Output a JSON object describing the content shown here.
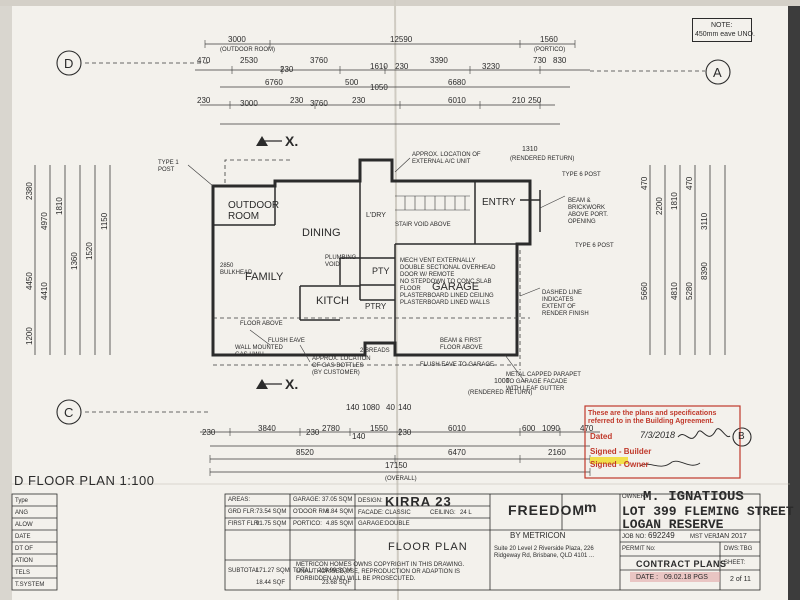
{
  "note": {
    "line1": "NOTE:",
    "line2": "450mm eave UNO."
  },
  "grid_markers": {
    "d": "D",
    "a": "A",
    "c": "C",
    "b": "B"
  },
  "dims_top": {
    "overall_a": "3000",
    "overall_a_sub": "(OUTDOOR ROOM)",
    "overall_total": "12590",
    "portico": "1560",
    "portico_sub": "(PORTICO)",
    "r2_470": "470",
    "r2_2530": "2530",
    "r2_230a": "230",
    "r2_3760": "3760",
    "r2_1610": "1610",
    "r2_230b": "230",
    "r2_3390": "3390",
    "r2_3230": "3230",
    "r2_730": "730",
    "r2_830": "830",
    "r3_6760": "6760",
    "r3_500": "500",
    "r3_1050": "1050",
    "r3_6680": "6680",
    "r4_230a": "230",
    "r4_3000": "3000",
    "r4_230b": "230",
    "r4_3760": "3760",
    "r4_230c": "230",
    "r4_6010": "6010",
    "r4_210": "210",
    "r4_250": "250"
  },
  "dims_bottom": {
    "r1_230": "230",
    "r1_3840": "3840",
    "r1_230b": "230",
    "r1_2780": "2780",
    "r1_140": "140",
    "r1_1550": "1550",
    "r1_230c": "230",
    "r1_6010": "6010",
    "r1_600": "600",
    "r1_1090": "1090",
    "r1_470": "470",
    "r2_8520": "8520",
    "r2_6470": "6470",
    "r2_2160": "2160",
    "r3_17150": "17150",
    "r3_sub": "(OVERALL)",
    "mid_140": "140",
    "mid_1080": "1080",
    "mid_40": "40",
    "mid_140b": "140"
  },
  "dims_left": [
    "2380",
    "4970",
    "1810",
    "4450",
    "1360",
    "1520",
    "4410",
    "1150",
    "1200"
  ],
  "dims_right": [
    "470",
    "2200",
    "1810",
    "470",
    "8390",
    "5660",
    "4810",
    "5280",
    "3110"
  ],
  "rooms": {
    "outdoor": "OUTDOOR ROOM",
    "dining": "DINING",
    "family": "FAMILY",
    "kitch": "KITCH",
    "garage": "GARAGE",
    "entry": "ENTRY",
    "pty": "PTY",
    "ptry": "PTRY",
    "wc": "L'DRY"
  },
  "notes": {
    "ac": "APPROX. LOCATION OF EXTERNAL A/C UNIT",
    "rendered_return": "(RENDERED RETURN)",
    "type6a": "TYPE 6 POST",
    "type6b": "TYPE 6 POST",
    "beam": "BEAM & BRICKWORK ABOVE PORT. OPENING",
    "stair_void": "STAIR VOID ABOVE",
    "plumbing_void": "PLUMBING VOID",
    "garage_notes": "MECH VENT EXTERNALLY\nDOUBLE SECTIONAL OVERHEAD DOOR W/ REMOTE\nNO STEPDOWN TO CONC SLAB FLOOR\nPLASTERBOARD LINED CEILING\nPLASTERBOARD LINED WALLS",
    "dashed": "DASHED LINE INDICATES EXTENT OF RENDER FINISH",
    "metal_parapet": "METAL CAPPED PARAPET TO GARAGE FACADE WITH LEAF GUTTER",
    "flush_eave": "FLUSH EAVE",
    "flush_eave_garage": "FLUSH EAVE TO GARAGE",
    "wall_gas": "WALL MOUNTED GAS HWU",
    "gas_bottles": "APPROX. LOCATION OF GAS BOTTLES (BY CUSTOMER)",
    "bulkhead": "2850 BULKHEAD",
    "beam_first": "BEAM & FIRST FLOOR ABOVE",
    "floor_above": "FLOOR ABOVE",
    "type1": "TYPE 1 POST",
    "rendered_return2": "(RENDERED RETURN)",
    "val_1000": "1000",
    "val_1310": "1310",
    "bath_ptry": "2 BREADS"
  },
  "contract": {
    "title": "These are the plans and specifications referred to in the Building Agreement.",
    "dated_label": "Dated",
    "dated_value": "7/3/2018",
    "builder_label": "Signed - Builder",
    "owner_label": "Signed - Owner"
  },
  "plan_title": "D FLOOR PLAN 1:100",
  "title_block": {
    "areas_label": "AREAS:",
    "gnd_label": "GRD FLR:",
    "gnd_val": "73.54 SQM",
    "first_label": "FIRST FLR:",
    "first_val": "91.75 SQM",
    "subtotal_label": "SUBTOTAL:",
    "subtotal_val": "171.27 SQM",
    "subtotal_sq": "18.44 SQF",
    "garage_label": "GARAGE:",
    "garage_val": "37.05 SQM",
    "outdoor_label": "O'DOOR RM:",
    "outdoor_val": "6.84 SQM",
    "portico_label": "PORTICO:",
    "portico_val": "4.85 SQM",
    "total_label": "TOTAL:",
    "total_val": "219.99 SQM",
    "total_sq": "23.68 SQF",
    "design_label": "DESIGN:",
    "design_val": "KIRRA 23",
    "facade_label": "FACADE:",
    "facade_val": "CLASSIC",
    "ceiling_label": "CEILING:",
    "ceiling_val": "24 L",
    "garage2_label": "GARAGE:",
    "garage2_val": "DOUBLE",
    "copyright": "METRICON HOMES OWNS COPYRIGHT IN THIS DRAWING. UNAUTHORISED USE, REPRODUCTION OR ADAPTION IS FORBIDDEN AND WILL BE PROSECUTED.",
    "sheet_name": "FLOOR PLAN",
    "brand": "FREEDOM",
    "by": "BY METRICON",
    "logo": "m",
    "address_small": "Suite 20 Level 2 Riverside Plaza, 226 Ridgeway Rd, Brisbane, QLD 4101 ...",
    "owner_label": "OWNER:",
    "owner_val": "M. IGNATIOUS",
    "lot": "LOT 399 FLEMING STREET",
    "suburb": "LOGAN RESERVE",
    "job_label": "JOB NO:",
    "job_val": "692249",
    "mst_label": "MST VER:",
    "mst_val": "JAN 2017",
    "permit_label": "PERMIT No:",
    "dws_label": "DWS:",
    "dws_val": "TBG",
    "contract_plans": "CONTRACT PLANS",
    "date_label": "DATE :",
    "date_val": "09.02.18 PGS",
    "sheet_label": "SHEET:",
    "sheet_val": "2 of 11"
  },
  "left_edge": [
    "Type",
    "ANG",
    "ALOW",
    "DATE",
    "DT OF",
    "ATION",
    "TELS",
    "T.SYSTEM"
  ],
  "marks": {
    "x1": "X.",
    "x2": "X."
  }
}
